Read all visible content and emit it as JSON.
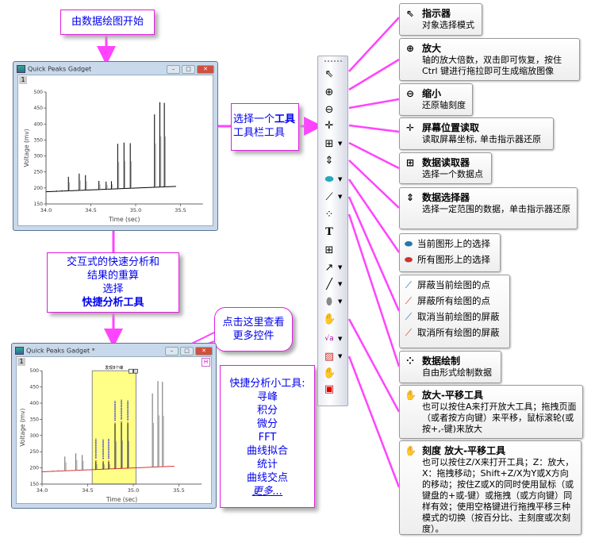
{
  "flow": {
    "start": "由数据绘图开始",
    "select_tool": {
      "part1": "选择一个",
      "part1_bold": "工具",
      "line2": "工具栏工具"
    },
    "analysis": {
      "line1": "交互式的快速分析和",
      "line2": "结果的重算",
      "line3": "选择",
      "line4_bold": "快捷分析工具"
    },
    "more_controls": {
      "line1": "点击这里查看",
      "line2": "更多控件"
    },
    "gadgets": {
      "title": "快捷分析小工具:",
      "items": [
        "寻峰",
        "积分",
        "微分",
        "FFT",
        "曲线拟合",
        "统计",
        "曲线交点"
      ],
      "more": "更多..."
    }
  },
  "window1": {
    "title": "Quick Peaks Gadget",
    "layer": "1",
    "xlabel": "Time (sec)",
    "ylabel": "Voltage (mv)",
    "xticks": [
      "34.0",
      "34.5",
      "35.0",
      "35.5"
    ],
    "yticks": [
      "150",
      "200",
      "250",
      "300",
      "350",
      "400",
      "450",
      "500"
    ]
  },
  "window2": {
    "title": "Quick Peaks Gadget *",
    "layer": "1",
    "roi_title": "发现8个峰",
    "xlabel": "Time (sec)",
    "ylabel": "Voltage (mv)",
    "xticks": [
      "34.0",
      "34.5",
      "35.0",
      "35.5"
    ],
    "yticks": [
      "150",
      "200",
      "250",
      "300",
      "350",
      "400",
      "450",
      "500"
    ]
  },
  "chart_data": {
    "type": "line",
    "xlabel": "Time (sec)",
    "ylabel": "Voltage (mv)",
    "xlim": [
      34.0,
      35.75
    ],
    "ylim": [
      150,
      500
    ],
    "baseline": [
      [
        34.0,
        188
      ],
      [
        35.45,
        205
      ]
    ],
    "peaks": [
      [
        34.12,
        192
      ],
      [
        34.18,
        193
      ],
      [
        34.25,
        235
      ],
      [
        34.37,
        245
      ],
      [
        34.44,
        240
      ],
      [
        34.59,
        222
      ],
      [
        34.67,
        220
      ],
      [
        34.73,
        221
      ],
      [
        34.8,
        338
      ],
      [
        34.87,
        342
      ],
      [
        34.94,
        340
      ],
      [
        35.21,
        430
      ],
      [
        35.27,
        468
      ],
      [
        35.32,
        466
      ]
    ],
    "roi": [
      34.55,
      35.03
    ]
  },
  "toolbar": [
    {
      "icon": "pointer-icon",
      "glyph": "⇖",
      "dropdown": false
    },
    {
      "icon": "zoom-in-icon",
      "glyph": "⊕",
      "dropdown": false
    },
    {
      "icon": "zoom-out-icon",
      "glyph": "⊖",
      "dropdown": false
    },
    {
      "icon": "screen-reader-icon",
      "glyph": "✛",
      "dropdown": false
    },
    {
      "icon": "data-reader-icon",
      "glyph": "⊞",
      "dropdown": true
    },
    {
      "icon": "data-selector-icon",
      "glyph": "⇕",
      "dropdown": false
    },
    {
      "icon": "select-on-graph-icon",
      "glyph": "⬬",
      "dropdown": true
    },
    {
      "icon": "mask-points-icon",
      "glyph": "⟋",
      "dropdown": true
    },
    {
      "icon": "draw-data-icon",
      "glyph": "⁘",
      "dropdown": false
    },
    {
      "icon": "text-tool-icon",
      "glyph": "T",
      "dropdown": false
    },
    {
      "icon": "add-table-icon",
      "glyph": "⊞",
      "dropdown": false
    },
    {
      "icon": "arrow-tool-icon",
      "glyph": "↗",
      "dropdown": true
    },
    {
      "icon": "line-tool-icon",
      "glyph": "╱",
      "dropdown": true
    },
    {
      "icon": "ellipse-tool-icon",
      "glyph": "⬮",
      "dropdown": true
    },
    {
      "icon": "hand-pan-icon",
      "glyph": "✋",
      "dropdown": false
    },
    {
      "icon": "equation-icon",
      "glyph": "√a",
      "dropdown": true
    },
    {
      "icon": "graph-insert-icon",
      "glyph": "▨",
      "dropdown": true
    },
    {
      "icon": "scale-pan-icon",
      "glyph": "✋",
      "dropdown": false
    },
    {
      "icon": "exit-icon",
      "glyph": "▣",
      "dropdown": false
    }
  ],
  "callouts": [
    {
      "title": "指示器",
      "desc": "对象选择模式",
      "glyph": "⇖"
    },
    {
      "title": "放大",
      "desc": "轴的放大倍数，双击即可恢复，按住Ctrl 键进行拖拉即可生成缩放图像",
      "glyph": "⊕"
    },
    {
      "title": "缩小",
      "desc": "还原轴刻度",
      "glyph": "⊖"
    },
    {
      "title": "屏幕位置读取",
      "desc": "读取屏幕坐标, 单击指示器还原",
      "glyph": "✛"
    },
    {
      "title": "数据读取器",
      "desc": "选择一个数据点",
      "glyph": "⊞"
    },
    {
      "title": "数据选择器",
      "desc": "选择一定范围的数据，单击指示器还原",
      "glyph": "⇕"
    },
    {
      "title": "数据绘制",
      "desc": "自由形式绘制数据",
      "glyph": "⁘"
    },
    {
      "title": "放大-平移工具",
      "desc": "也可以按住A来打开放大工具；拖拽页面（或者按方向键）来平移，鼠标滚轮(或按+,-键)来放大",
      "glyph": "✋"
    },
    {
      "title": "刻度 放大-平移工具",
      "desc": "也可以按住Z/X来打开工具；Z：放大，X：拖拽移动；Shift+Z/X为Y或X方向的移动；按住Z或X的同时使用鼠标（或键盘的+或-键）或拖拽（或方向键）同样有效；使用空格键进行拖拽平移三种模式的切换（按百分比、主刻度或次刻度）。",
      "glyph": "✋"
    }
  ],
  "select_group": [
    "当前图形上的选择",
    "所有图形上的选择"
  ],
  "mask_group": [
    "屏蔽当前绘图的点",
    "屏蔽所有绘图的点",
    "取消当前绘图的屏蔽",
    "取消所有绘图的屏蔽"
  ],
  "colors": {
    "flow_border": "#e020e0",
    "flow_text": "#0000ee",
    "connector": "#ff44ff",
    "baseline": "#e03030",
    "roi": "#ffff88"
  }
}
